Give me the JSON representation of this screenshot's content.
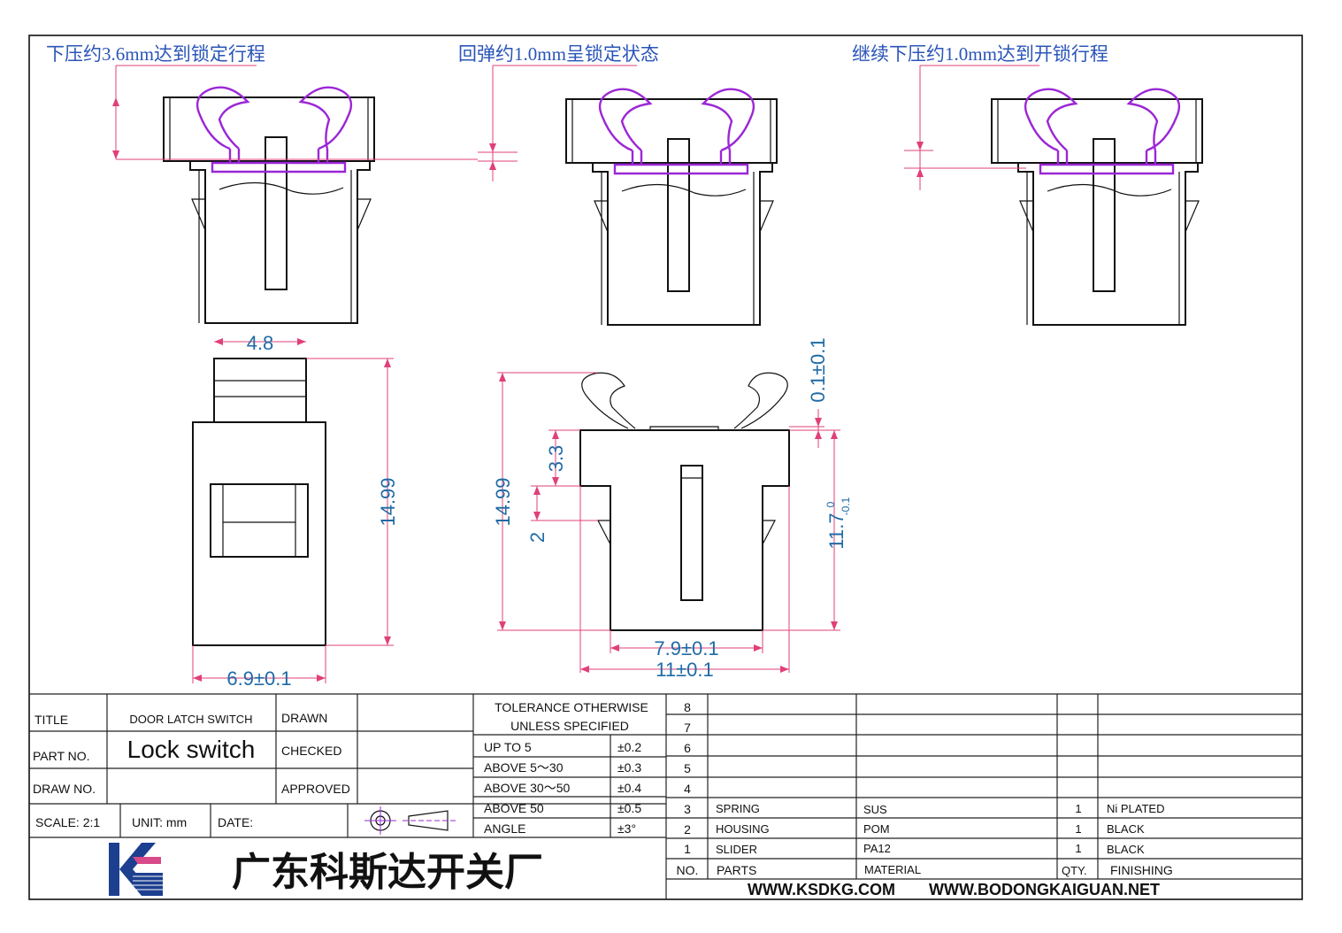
{
  "notes": {
    "lock": "下压约3.6mm达到锁定行程",
    "rebound": "回弹约1.0mm呈锁定状态",
    "unlock": "继续下压约1.0mm达到开锁行程"
  },
  "dimensions": {
    "slider_width": "4.8",
    "side_height": "14.99",
    "side_width": "6.9±0.1",
    "front_height": "14.99",
    "dim_3_3": "3.3",
    "dim_2": "2",
    "gap": "0.1±0.1",
    "body_height": "11.7",
    "body_height_tol_upper": "0",
    "body_height_tol_lower": "-0.1",
    "bottom_width": "7.9±0.1",
    "overall_width": "11±0.1"
  },
  "title_block": {
    "title_label": "TITLE",
    "title_value": "DOOR LATCH SWITCH",
    "part_label": "PART NO.",
    "part_value": "Lock switch",
    "draw_label": "DRAW NO.",
    "drawn": "DRAWN",
    "checked": "CHECKED",
    "approved": "APPROVED",
    "scale": "SCALE: 2:1",
    "unit": "UNIT: mm",
    "date": "DATE:",
    "company": "广东科斯达开关厂",
    "website1": "WWW.KSDKG.COM",
    "website2": "WWW.BODONGKAIGUAN.NET"
  },
  "tolerance": {
    "header1": "TOLERANCE OTHERWISE",
    "header2": "UNLESS SPECIFIED",
    "rows": [
      {
        "range": "UP TO 5",
        "tol": "±0.2"
      },
      {
        "range": "ABOVE 5～30",
        "tol": "±0.3"
      },
      {
        "range": "ABOVE 30～50",
        "tol": "±0.4"
      },
      {
        "range": "ABOVE 50",
        "tol": "±0.5"
      },
      {
        "range": "ANGLE",
        "tol": "±3°"
      }
    ]
  },
  "bom": {
    "rows": [
      {
        "no": "8",
        "part": "",
        "material": "",
        "qty": "",
        "finish": ""
      },
      {
        "no": "7",
        "part": "",
        "material": "",
        "qty": "",
        "finish": ""
      },
      {
        "no": "6",
        "part": "",
        "material": "",
        "qty": "",
        "finish": ""
      },
      {
        "no": "5",
        "part": "",
        "material": "",
        "qty": "",
        "finish": ""
      },
      {
        "no": "4",
        "part": "",
        "material": "",
        "qty": "",
        "finish": ""
      },
      {
        "no": "3",
        "part": "SPRING",
        "material": "SUS",
        "qty": "1",
        "finish": "Ni PLATED"
      },
      {
        "no": "2",
        "part": "HOUSING",
        "material": "POM",
        "qty": "1",
        "finish": "BLACK"
      },
      {
        "no": "1",
        "part": "SLIDER",
        "material": "PA12",
        "qty": "1",
        "finish": "BLACK"
      }
    ],
    "header": {
      "no": "NO.",
      "part": "PARTS",
      "material": "MATERIAL",
      "qty": "QTY.",
      "finish": "FINISHING"
    }
  },
  "colors": {
    "spring": "#9b27d6",
    "dimension_line": "#e0407a",
    "dimension_text": "#1f6aa5",
    "note_text": "#2a55b8",
    "logo_blue": "#1d3f8f",
    "logo_pink": "#d84a8a"
  }
}
